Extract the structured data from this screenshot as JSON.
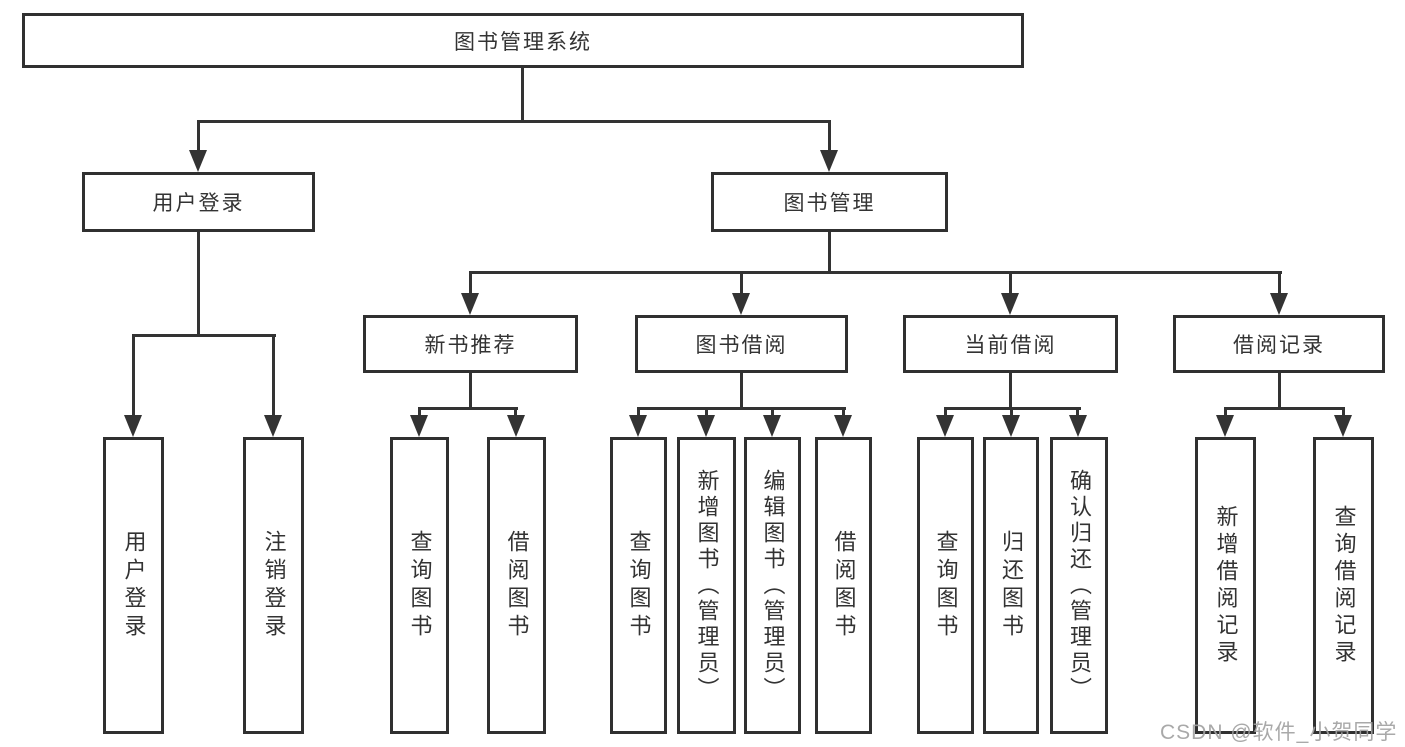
{
  "diagram_title": "图书管理系统",
  "tree": {
    "label": "图书管理系统",
    "children": [
      {
        "label": "用户登录",
        "children": [
          {
            "label": "用户登录"
          },
          {
            "label": "注销登录"
          }
        ]
      },
      {
        "label": "图书管理",
        "children": [
          {
            "label": "新书推荐",
            "children": [
              {
                "label": "查询图书"
              },
              {
                "label": "借阅图书"
              }
            ]
          },
          {
            "label": "图书借阅",
            "children": [
              {
                "label": "查询图书"
              },
              {
                "label": "新增图书（管理员）"
              },
              {
                "label": "编辑图书（管理员）"
              },
              {
                "label": "借阅图书"
              }
            ]
          },
          {
            "label": "当前借阅",
            "children": [
              {
                "label": "查询图书"
              },
              {
                "label": "归还图书"
              },
              {
                "label": "确认归还（管理员）"
              }
            ]
          },
          {
            "label": "借阅记录",
            "children": [
              {
                "label": "新增借阅记录"
              },
              {
                "label": "查询借阅记录"
              }
            ]
          }
        ]
      }
    ]
  },
  "watermark": {
    "text": "CSDN @软件_小贺同学"
  },
  "colors": {
    "line": "#333333",
    "border": "#303030",
    "background": "#ffffff",
    "text": "#333333",
    "watermark": "#a2a2a2"
  }
}
